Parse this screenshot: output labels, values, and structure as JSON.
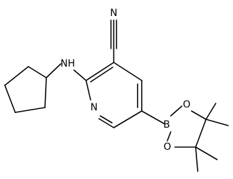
{
  "molecule": {
    "atoms": {
      "N_nitrile": "N",
      "N_amine": "NH",
      "N_pyridine": "N",
      "B": "B",
      "O_upper": "O",
      "O_lower": "O"
    }
  }
}
